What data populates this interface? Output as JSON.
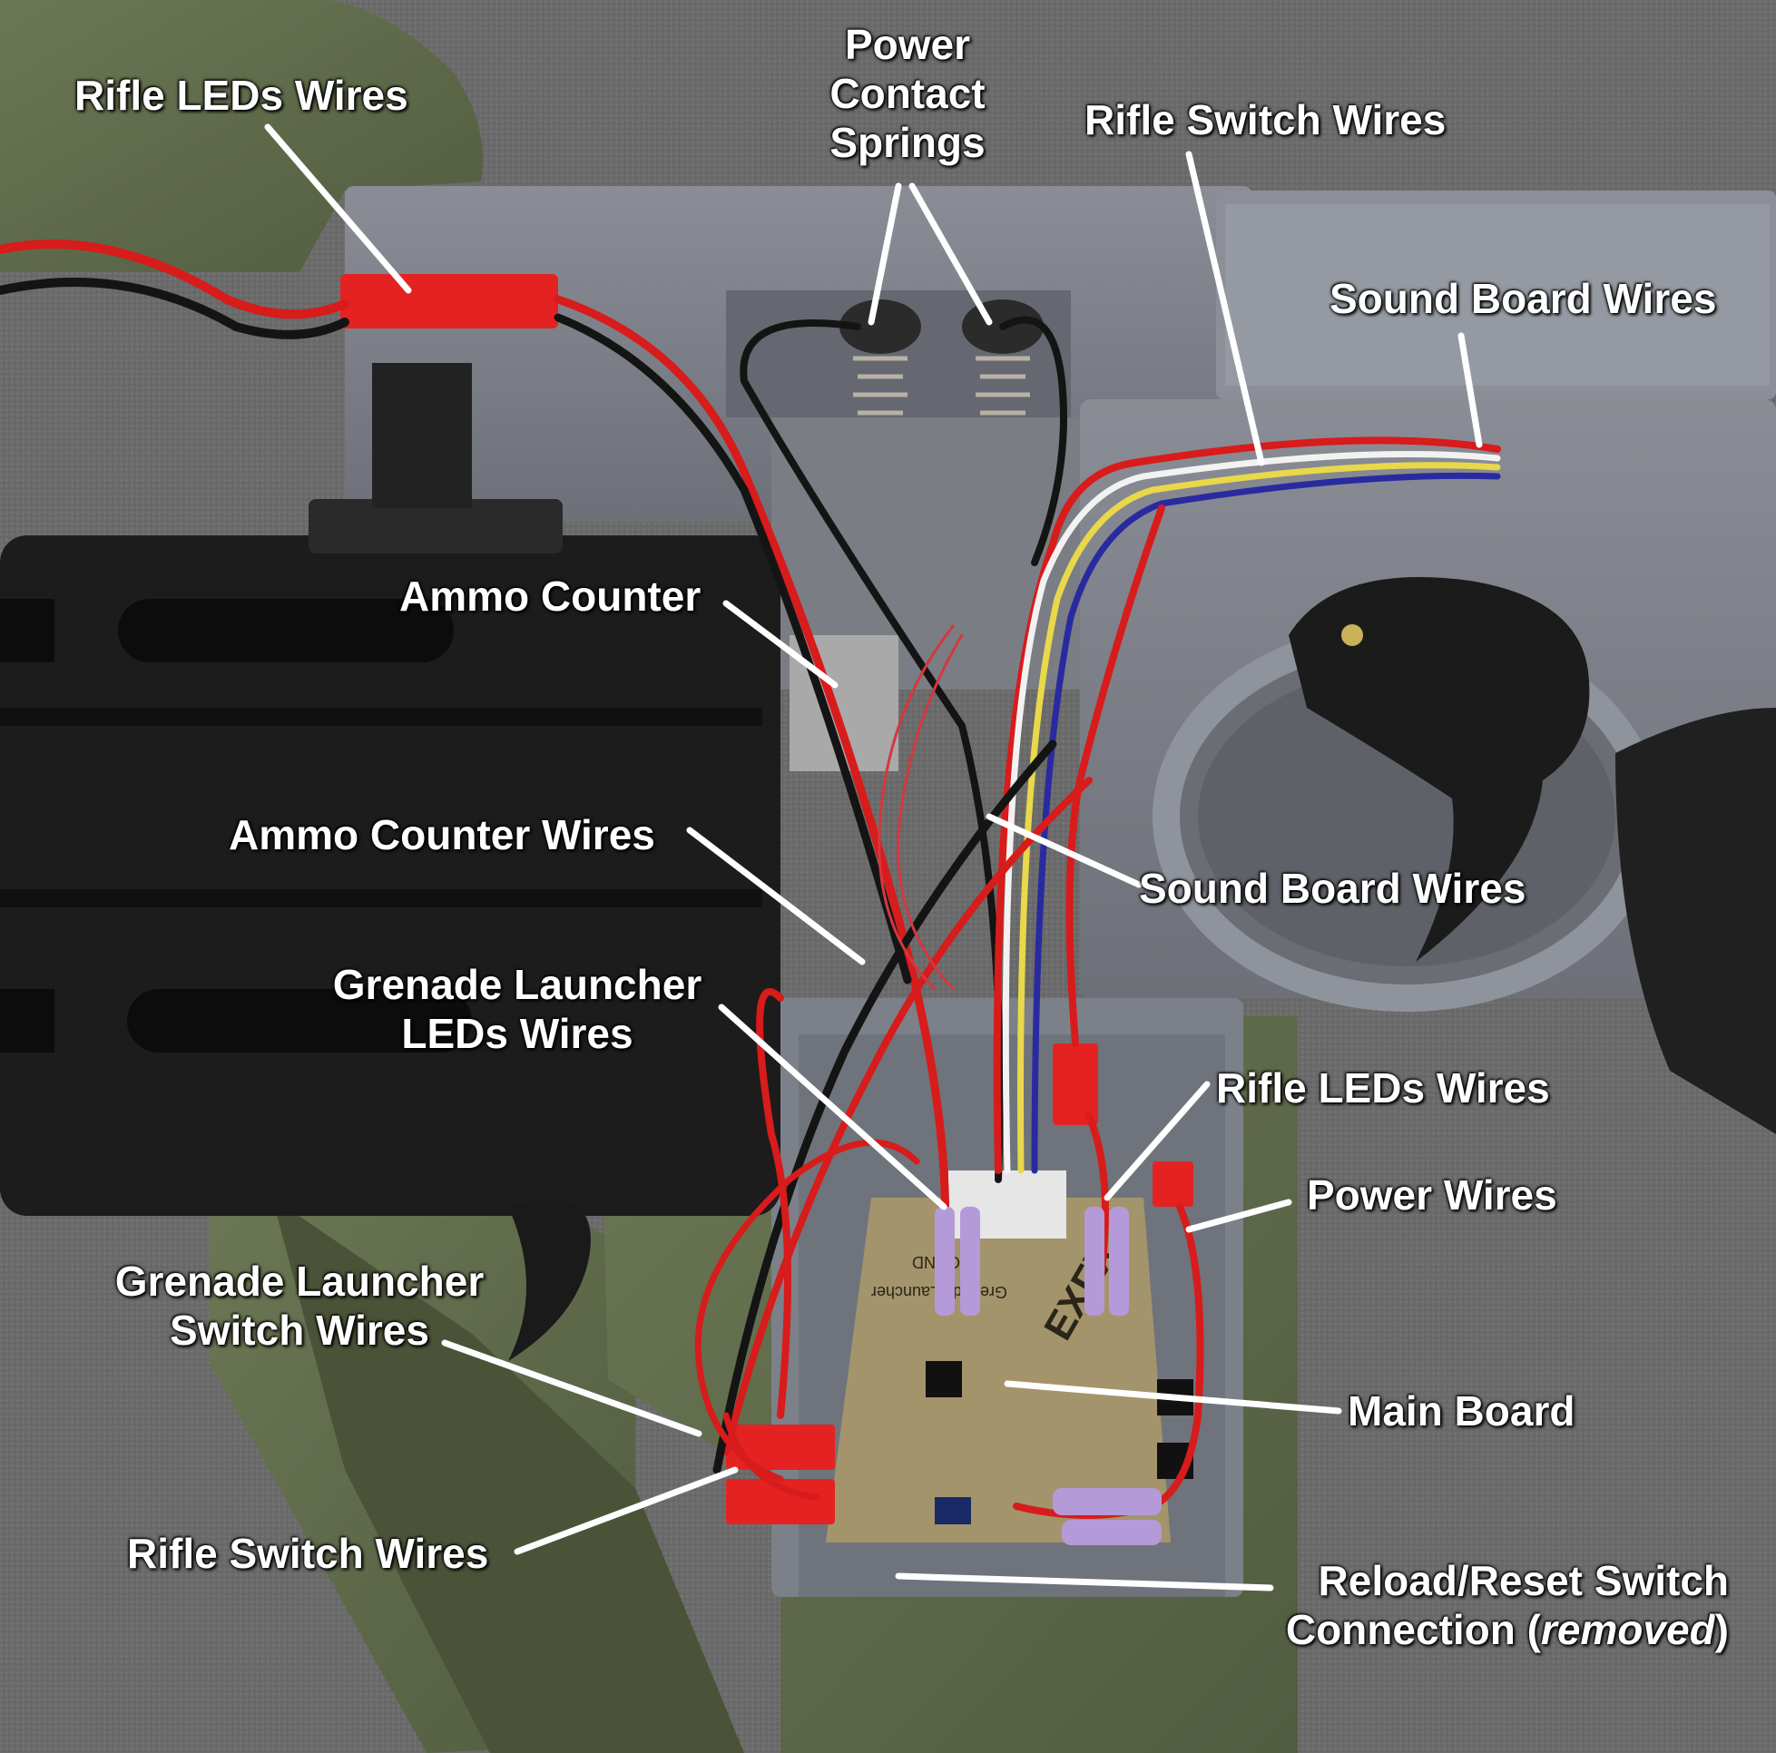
{
  "labels": {
    "rifle_leds_top": "Rifle LEDs Wires",
    "power_contact_springs": [
      "Power",
      "Contact",
      "Springs"
    ],
    "rifle_switch_top": "Rifle Switch Wires",
    "sound_board_top": "Sound Board Wires",
    "ammo_counter": "Ammo Counter",
    "ammo_counter_wires": "Ammo Counter Wires",
    "sound_board_mid": "Sound Board Wires",
    "grenade_launcher_leds": [
      "Grenade Launcher",
      "LEDs Wires"
    ],
    "rifle_leds_right": "Rifle LEDs Wires",
    "power_wires": "Power Wires",
    "grenade_launcher_switch": [
      "Grenade Launcher",
      "Switch Wires"
    ],
    "main_board": "Main Board",
    "rifle_switch_bottom": "Rifle Switch Wires",
    "reload_reset": {
      "line1": "Reload/Reset Switch",
      "line2_prefix": "Connection (",
      "line2_italic": "removed",
      "line2_suffix": ")"
    }
  },
  "board_silkscreen": {
    "brand": "EXFX",
    "sound": "SOUND",
    "grenade": "Grenade",
    "launcher": "Launcher"
  },
  "colors": {
    "carpet": "#6e6e6e",
    "olive_plastic": "#5f6b4a",
    "grey_plastic": "#7d8088",
    "black_plastic": "#1e1e1e",
    "wire_red": "#d81b1b",
    "connector_red": "#e52222",
    "heatshrink_purple": "#b49ad8",
    "label_text": "#ffffff"
  }
}
